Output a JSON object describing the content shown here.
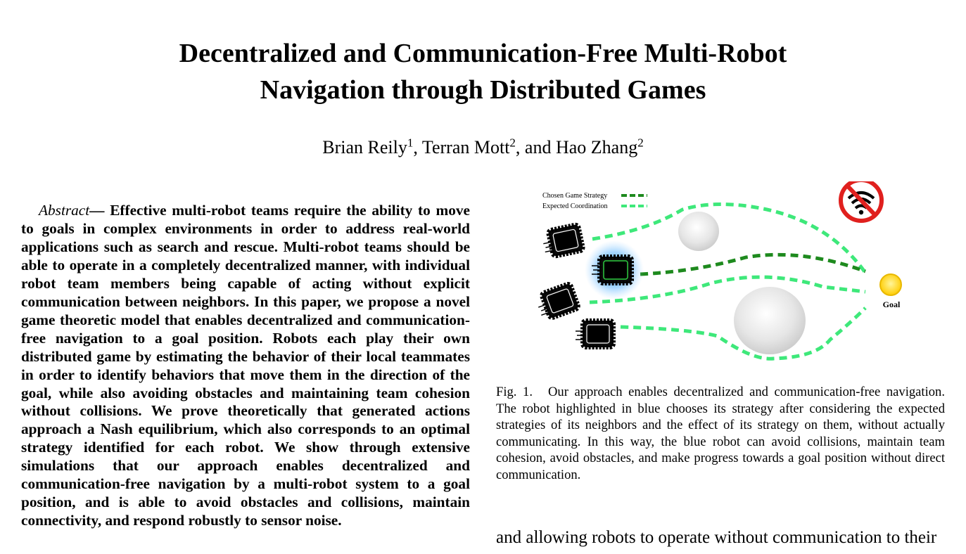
{
  "paper": {
    "title_line1": "Decentralized and Communication-Free Multi-Robot",
    "title_line2": "Navigation through Distributed Games",
    "authors": [
      {
        "name": "Brian Reily",
        "affil": "1"
      },
      {
        "name": "Terran Mott",
        "affil": "2"
      },
      {
        "name": "Hao Zhang",
        "affil": "2"
      }
    ],
    "author_sep1": ", ",
    "author_sep2": ", and ",
    "abstract_label": "Abstract",
    "abstract_dash": "—",
    "abstract_text": " Effective multi-robot teams require the ability to move to goals in complex environments in order to address real-world applications such as search and rescue. Multi-robot teams should be able to operate in a completely decentralized manner, with individual robot team members being capable of acting without explicit communication between neighbors. In this paper, we propose a novel game theoretic model that enables decentralized and communication-free navigation to a goal position. Robots each play their own distributed game by estimating the behavior of their local teammates in order to identify behaviors that move them in the direction of the goal, while also avoiding obstacles and maintaining team cohesion without collisions. We prove theoretically that generated actions approach a Nash equilibrium, which also corresponds to an optimal strategy identified for each robot. We show through extensive simulations that our approach enables decentralized and communication-free navigation by a multi-robot system to a goal position, and is able to avoid obstacles and collisions, maintain connectivity, and respond robustly to sensor noise.",
    "figure": {
      "legend_chosen": "Chosen Game Strategy",
      "legend_expected": "Expected Coordination",
      "goal_label": "Goal",
      "colors": {
        "chosen": "#1e8a1e",
        "expected": "#3ee87a",
        "goal": "#ffd21a",
        "no_comm": "#e0201e",
        "highlight": "#2a9bff"
      },
      "icons": [
        "robot-icon",
        "no-wifi-icon",
        "goal-icon",
        "obstacle-icon"
      ]
    },
    "caption_label": "Fig. 1.",
    "caption_text": "Our approach enables decentralized and communication-free navigation. The robot highlighted in blue chooses its strategy after considering the expected strategies of its neighbors and the effect of its strategy on them, without actually communicating. In this way, the blue robot can avoid collisions, maintain team cohesion, avoid obstacles, and make progress towards a goal position without direct communication.",
    "body_text": "and allowing robots to operate without communication to their"
  }
}
